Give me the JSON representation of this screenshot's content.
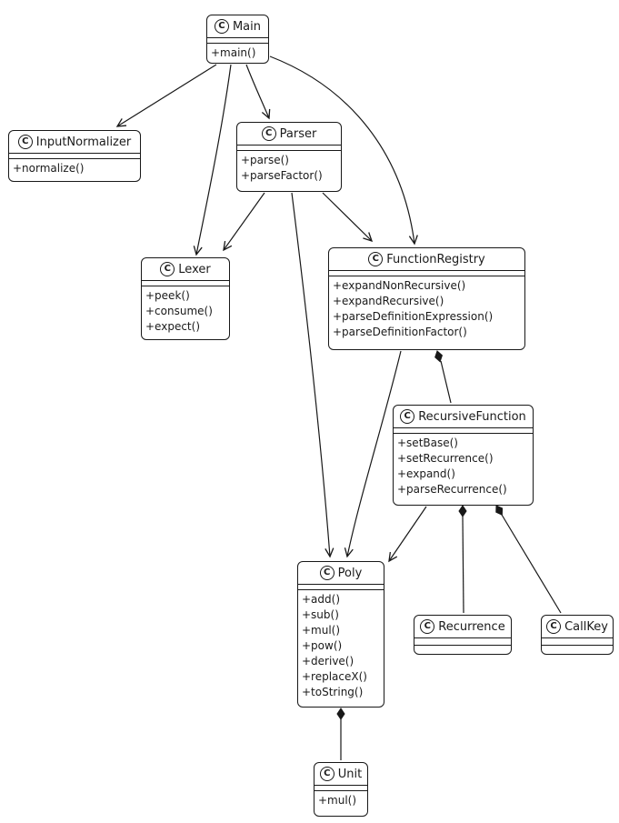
{
  "diagram": {
    "background": "#FFFFFF",
    "stroke_color": "#181818",
    "text_color": "#1A1A1A",
    "class_icon_letter": "C"
  },
  "classes": [
    {
      "name": "Main",
      "methods": [
        "+main()"
      ]
    },
    {
      "name": "InputNormalizer",
      "methods": [
        "+normalize()"
      ]
    },
    {
      "name": "Parser",
      "methods": [
        "+parse()",
        "+parseFactor()"
      ]
    },
    {
      "name": "Lexer",
      "methods": [
        "+peek()",
        "+consume()",
        "+expect()"
      ]
    },
    {
      "name": "FunctionRegistry",
      "methods": [
        "+expandNonRecursive()",
        "+expandRecursive()",
        "+parseDefinitionExpression()",
        "+parseDefinitionFactor()"
      ]
    },
    {
      "name": "RecursiveFunction",
      "methods": [
        "+setBase()",
        "+setRecurrence()",
        "+expand()",
        "+parseRecurrence()"
      ]
    },
    {
      "name": "Poly",
      "methods": [
        "+add()",
        "+sub()",
        "+mul()",
        "+pow()",
        "+derive()",
        "+replaceX()",
        "+toString()"
      ]
    },
    {
      "name": "Recurrence",
      "methods": []
    },
    {
      "name": "CallKey",
      "methods": []
    },
    {
      "name": "Unit",
      "methods": [
        "+mul()"
      ]
    }
  ],
  "relationships": [
    {
      "from": "Main",
      "to": "InputNormalizer",
      "type": "arrow"
    },
    {
      "from": "Main",
      "to": "Lexer",
      "type": "arrow"
    },
    {
      "from": "Main",
      "to": "Parser",
      "type": "arrow"
    },
    {
      "from": "Main",
      "to": "FunctionRegistry",
      "type": "arrow"
    },
    {
      "from": "Parser",
      "to": "Lexer",
      "type": "arrow"
    },
    {
      "from": "Parser",
      "to": "FunctionRegistry",
      "type": "arrow"
    },
    {
      "from": "Parser",
      "to": "Poly",
      "type": "arrow"
    },
    {
      "from": "FunctionRegistry",
      "to": "Poly",
      "type": "arrow"
    },
    {
      "from": "FunctionRegistry",
      "to": "RecursiveFunction",
      "type": "composition"
    },
    {
      "from": "RecursiveFunction",
      "to": "Poly",
      "type": "arrow"
    },
    {
      "from": "RecursiveFunction",
      "to": "Recurrence",
      "type": "composition"
    },
    {
      "from": "RecursiveFunction",
      "to": "CallKey",
      "type": "composition"
    },
    {
      "from": "Poly",
      "to": "Unit",
      "type": "composition"
    }
  ]
}
